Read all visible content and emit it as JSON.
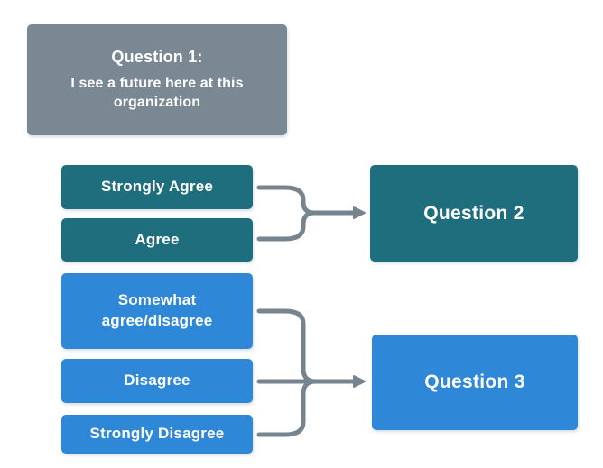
{
  "question1": {
    "title": "Question 1:",
    "subtitle": "I see a future here at this organization"
  },
  "branches": [
    {
      "target_label": "Question 2",
      "options": [
        "Strongly Agree",
        "Agree"
      ]
    },
    {
      "target_label": "Question 3",
      "options": [
        "Somewhat agree/disagree",
        "Disagree",
        "Strongly Disagree"
      ]
    }
  ],
  "colors": {
    "slate": "#7A8894",
    "teal": "#1F6E7E",
    "blue": "#2F87D7",
    "connector": "#76848F"
  }
}
